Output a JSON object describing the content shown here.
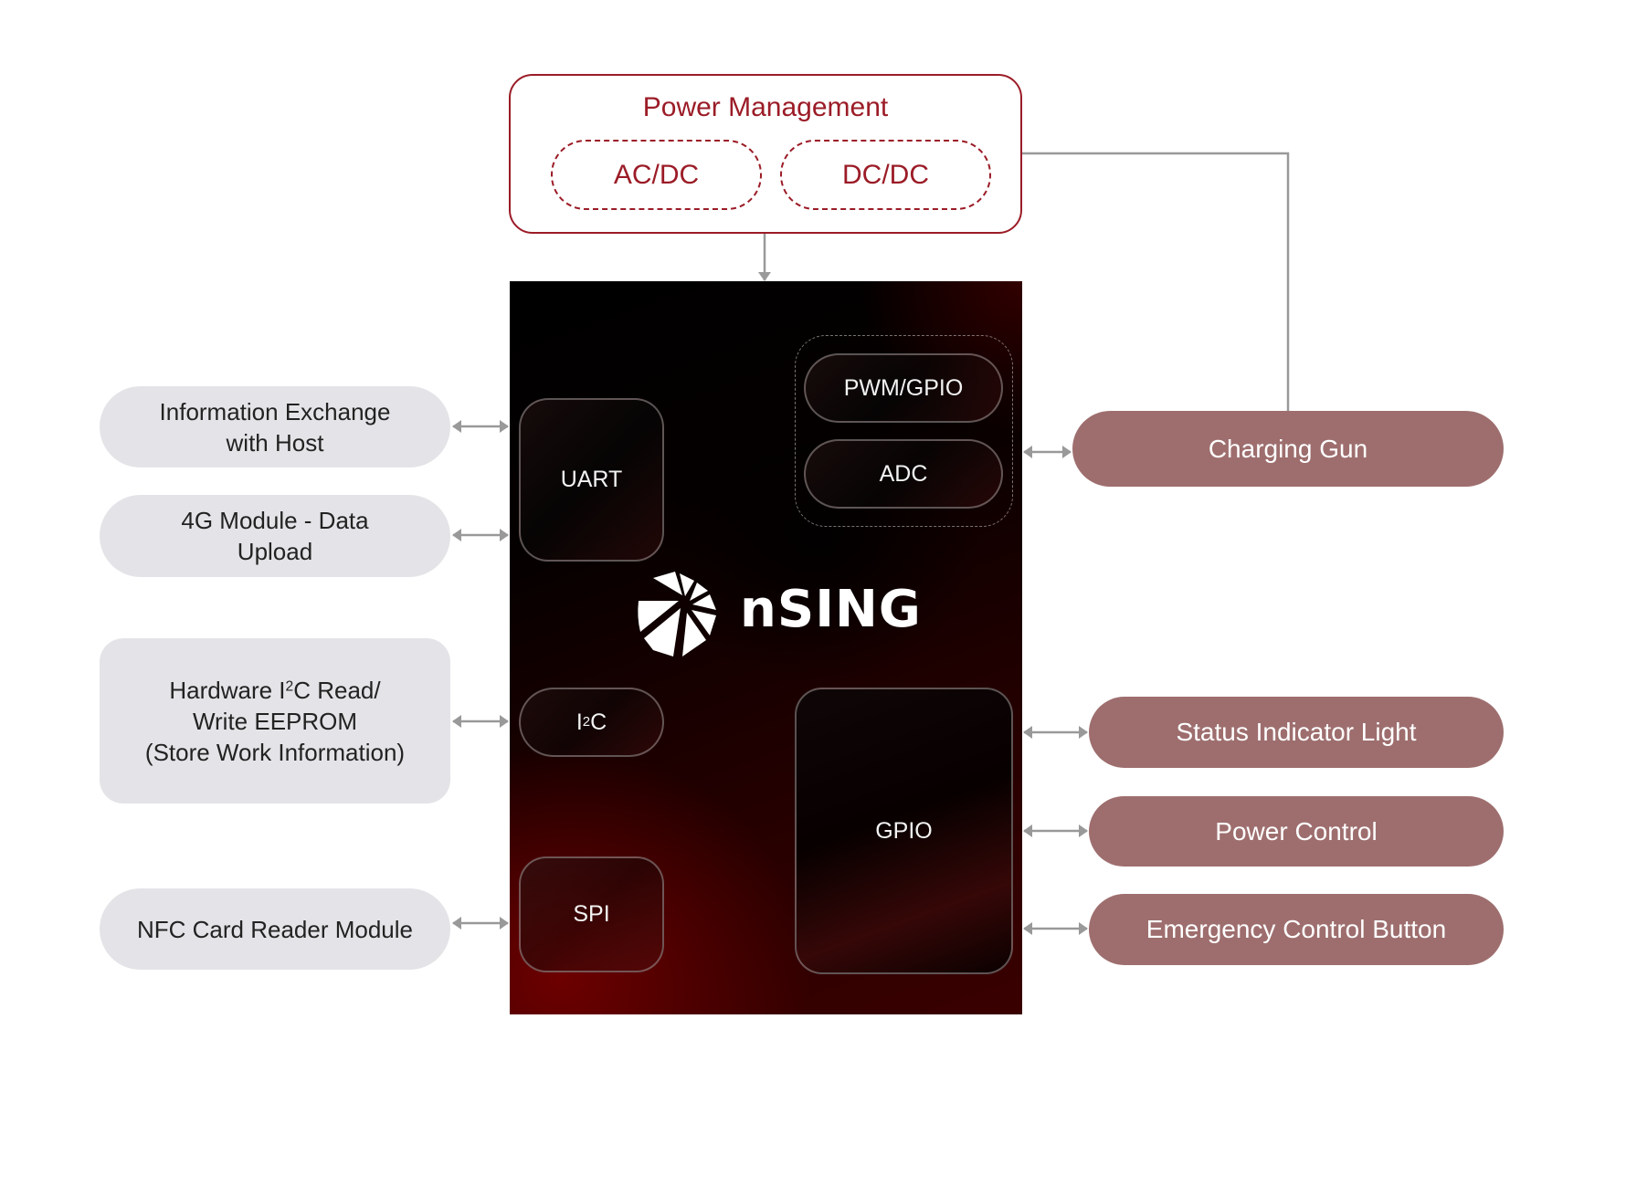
{
  "power_management": {
    "title": "Power Management",
    "blocks": [
      "AC/DC",
      "DC/DC"
    ]
  },
  "chip": {
    "brand": "nSING",
    "logo_icon": "nsing-logo-icon",
    "peripherals": {
      "uart": "UART",
      "i2c_base": "I",
      "i2c_sup": "2",
      "i2c_tail": "C",
      "spi": "SPI",
      "pwm_gpio": "PWM/GPIO",
      "adc": "ADC",
      "gpio": "GPIO"
    }
  },
  "left_modules": [
    {
      "lines": [
        "Information Exchange",
        "with Host"
      ],
      "connects_to": "UART"
    },
    {
      "lines": [
        "4G Module - Data",
        "Upload"
      ],
      "connects_to": "UART"
    },
    {
      "line1_pre": "Hardware I",
      "line1_sup": "2",
      "line1_post": "C Read/",
      "lines": [
        "Write EEPROM",
        "(Store Work Information)"
      ],
      "connects_to": "I2C"
    },
    {
      "lines": [
        "NFC Card Reader Module"
      ],
      "connects_to": "SPI"
    }
  ],
  "right_modules": [
    {
      "label": "Charging Gun",
      "connects_to": "PWM/GPIO, ADC"
    },
    {
      "label": "Status Indicator Light",
      "connects_to": "GPIO"
    },
    {
      "label": "Power Control",
      "connects_to": "GPIO"
    },
    {
      "label": "Emergency Control Button",
      "connects_to": "GPIO"
    }
  ],
  "colors": {
    "power_accent": "#9b1c27",
    "right_module_fill": "#9e6e6e",
    "left_module_fill": "#e4e4e8",
    "connector": "#999999",
    "chip_dark": "#000000",
    "chip_red": "#5a0000"
  }
}
